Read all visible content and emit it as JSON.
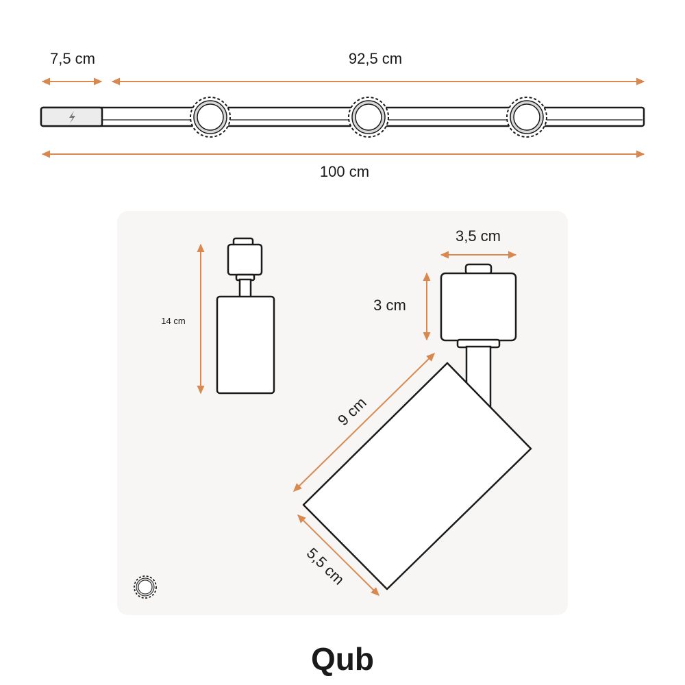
{
  "colors": {
    "dimension": "#d9894f",
    "ink": "#1a1a1a",
    "panel": "#f7f6f4",
    "ring": "#d8d8d8"
  },
  "track": {
    "feed_length": "7,5 cm",
    "rail_length": "92,5 cm",
    "total_length": "100 cm",
    "icons": {
      "power": "lightning-icon",
      "spot": "spotlight-ring-icon"
    }
  },
  "spot_front": {
    "height": "14 cm"
  },
  "spot_side": {
    "adapter_width": "3,5 cm",
    "adapter_height": "3 cm",
    "body_length": "9 cm",
    "body_diameter": "5,5 cm"
  },
  "brand": {
    "logo_text": "Qub"
  }
}
